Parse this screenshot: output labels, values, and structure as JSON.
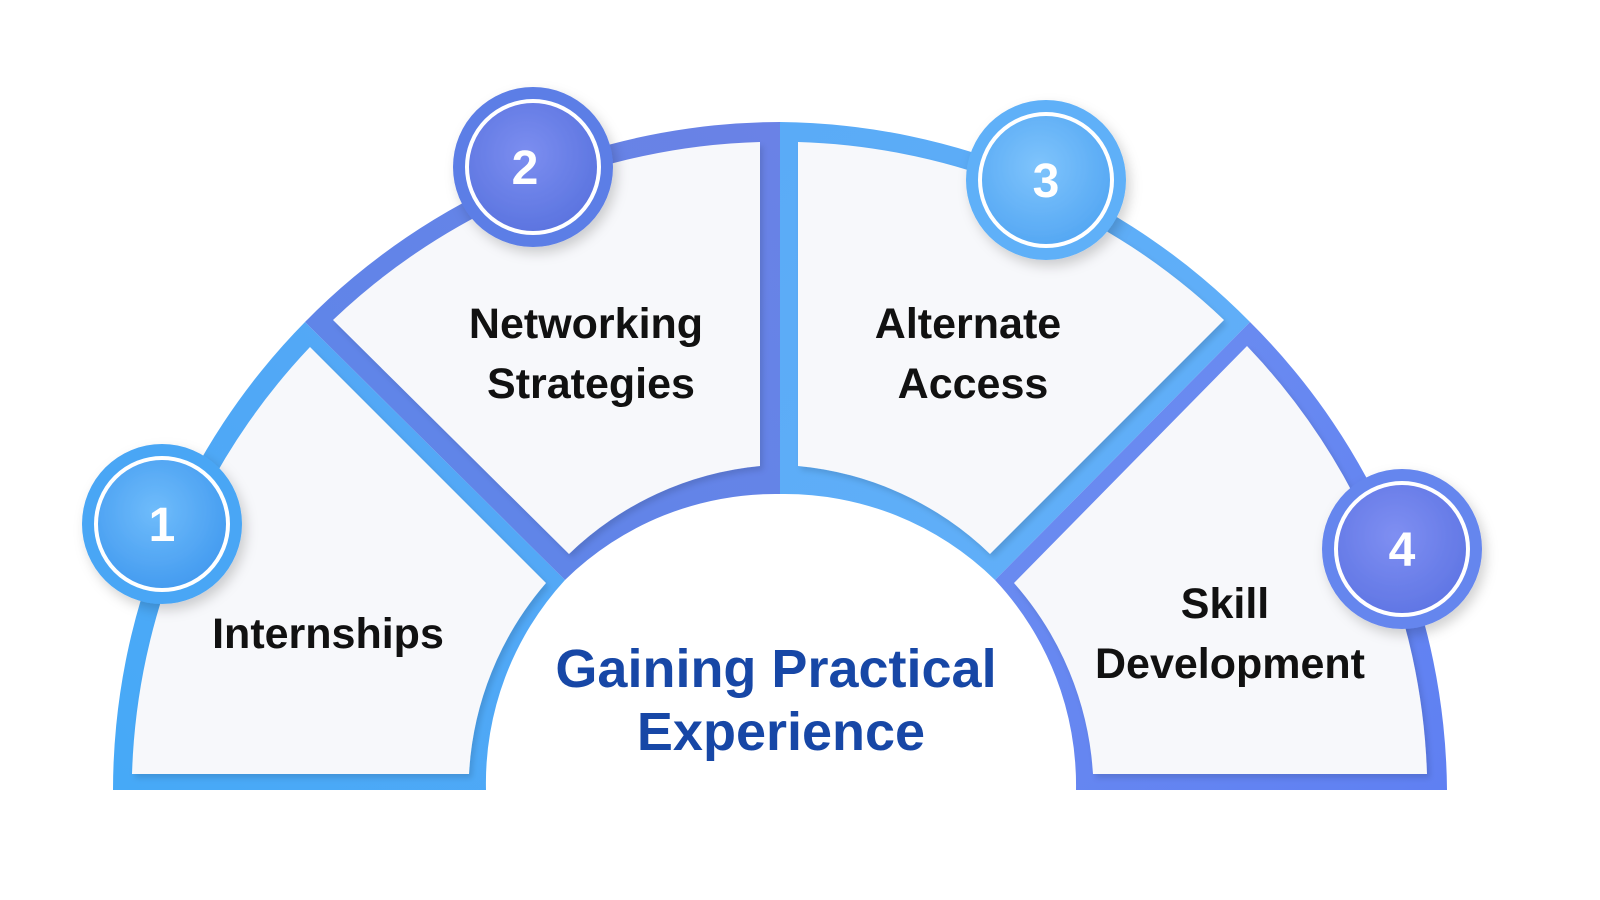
{
  "title": {
    "line1": "Gaining Practical",
    "line2": "Experience"
  },
  "steps": [
    {
      "number": "1",
      "line1": "Internships",
      "line2": ""
    },
    {
      "number": "2",
      "line1": "Networking",
      "line2": "Strategies"
    },
    {
      "number": "3",
      "line1": "Alternate",
      "line2": "Access"
    },
    {
      "number": "4",
      "line1": "Skill",
      "line2": "Development"
    }
  ],
  "colors": {
    "light_blue": "#4aa6f5",
    "mid_blue": "#5b83e8",
    "title_blue": "#1747a6",
    "segment_fill": "#f7f8fb",
    "text_dark": "#111111"
  }
}
